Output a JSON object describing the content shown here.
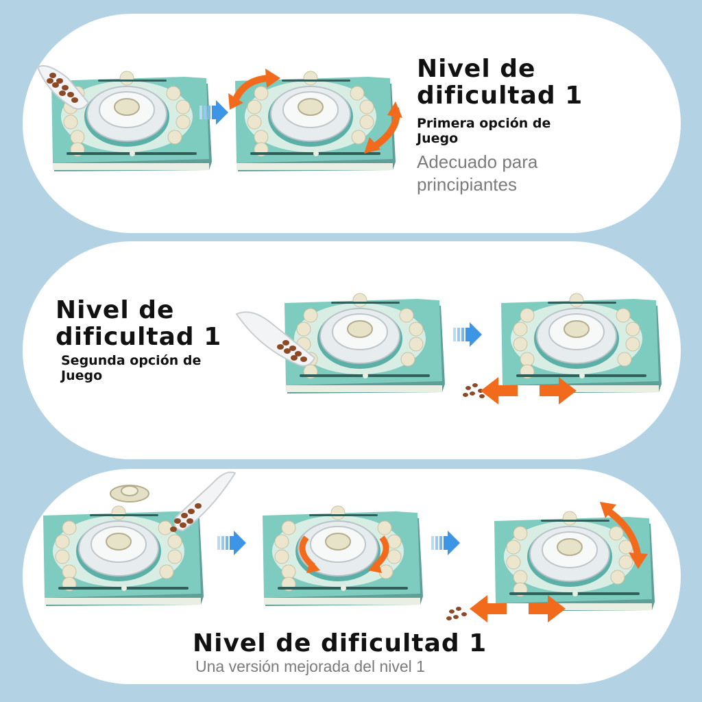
{
  "panel1": {
    "title": "Nivel de dificultad 1",
    "subtitle": "Primera opción de Juego",
    "description": "Adecuado para principiantes"
  },
  "panel2": {
    "title": "Nivel de dificultad 1",
    "subtitle": "Segunda opción de Juego"
  },
  "panel3": {
    "title": "Nivel de dificultad 1",
    "description": "Una versión mejorada del nivel 1"
  },
  "colors": {
    "background": "#b3d3e5",
    "panel": "#ffffff",
    "toy_teal": "#7ecbc0",
    "toy_dark_teal": "#4f9f95",
    "ball_beige": "#ece6cf",
    "arrow_orange": "#f26a1b",
    "arrow_blue": "#3d95e6",
    "kibble_brown": "#8b4a25"
  }
}
